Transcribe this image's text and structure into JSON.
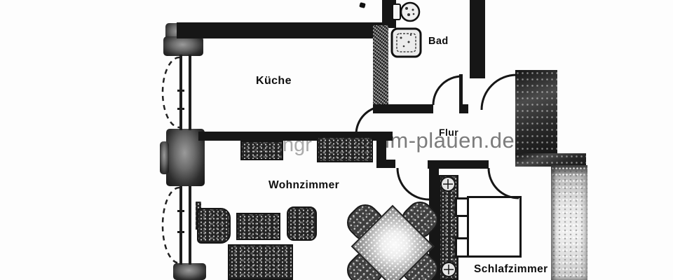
{
  "document": {
    "kind": "scanned apartment floor plan",
    "language": "de"
  },
  "rooms": {
    "kueche": {
      "label": "Küche"
    },
    "bad": {
      "label": "Bad"
    },
    "flur": {
      "label": "Flur"
    },
    "wohnzimmer": {
      "label": "Wohnzimmer"
    },
    "schlafzimmer": {
      "label": "Schlafzimmer"
    }
  },
  "watermark": {
    "text": "im-plauen.de",
    "fragment_left": "ngr"
  },
  "icons": [
    "toilet-icon",
    "sink-icon",
    "bed",
    "wardrobe",
    "sofa",
    "armchair",
    "coffee-table",
    "dining-table",
    "dining-chair",
    "sideboard",
    "window-swing-arc",
    "door-swing-arc"
  ],
  "colors": {
    "ink": "#161616",
    "paper": "#ffffff",
    "watermark_gray": "#7c7c7c",
    "texture_dark": "#242424",
    "texture_light": "#e0e0e0"
  }
}
